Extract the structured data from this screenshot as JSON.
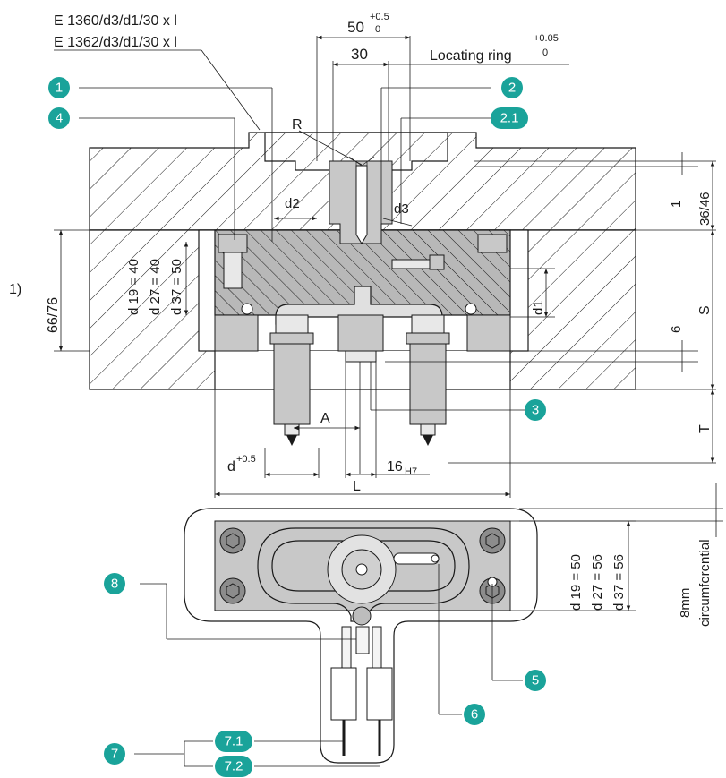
{
  "header": {
    "ref_line_1": "E 1360/d3/d1/30 x l",
    "ref_line_2": "E 1362/d3/d1/30 x l",
    "dim_50": "50",
    "dim_50_tol_upper": "+0.5",
    "dim_50_tol_lower": "0",
    "dim_30": "30",
    "locating_ring_label": "Locating ring",
    "locating_ring_tol_upper": "+0.05",
    "locating_ring_tol_lower": "0",
    "label_R": "R"
  },
  "callouts": {
    "c1": "1",
    "c2": "2",
    "c2_1": "2.1",
    "c3": "3",
    "c4": "4",
    "c5": "5",
    "c6": "6",
    "c7": "7",
    "c7_1": "7.1",
    "c7_2": "7.2",
    "c8": "8"
  },
  "dimensions": {
    "d2": "d2",
    "d3": "d3",
    "d1": "d1",
    "d19_40": "d 19 = 40",
    "d27_40": "d 27 = 40",
    "d37_50": "d 37 = 50",
    "note_1": "1)",
    "h_66_76": "66/76",
    "v_1": "1",
    "v_36_46": "36/46",
    "v_6": "6",
    "v_S": "S",
    "v_T": "T",
    "A": "A",
    "d_tol_base": "d",
    "d_tol_sup": "+0.5",
    "h16": "16",
    "h16_sub": "H7",
    "L": "L",
    "d19_50": "d 19 = 50",
    "d27_56": "d 27 = 56",
    "d37_56": "d 37 = 56",
    "mm8": "8mm",
    "circumferential": "circumferential"
  },
  "colors": {
    "callout": "#1aa39a",
    "line": "#1a1a1a",
    "part_grey": "#c8c8c8"
  }
}
